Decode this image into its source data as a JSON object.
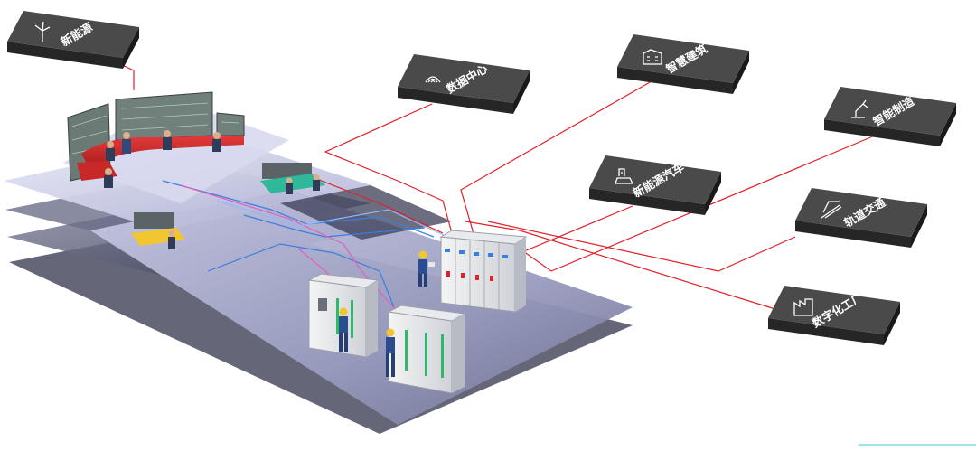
{
  "nodes": [
    {
      "id": "new_energy",
      "label": "新能源",
      "icon": "wind-turbine-icon"
    },
    {
      "id": "data_center",
      "label": "数据中心",
      "icon": "wifi-signal-icon"
    },
    {
      "id": "smart_building",
      "label": "智慧建筑",
      "icon": "building-icon"
    },
    {
      "id": "smart_manufacturing",
      "label": "智能制造",
      "icon": "robot-arm-icon"
    },
    {
      "id": "nev",
      "label": "新能源汽车",
      "icon": "charging-car-icon"
    },
    {
      "id": "rail_transit",
      "label": "轨道交通",
      "icon": "train-icon"
    },
    {
      "id": "digital_factory",
      "label": "数字化工厂",
      "icon": "factory-icon"
    }
  ],
  "colors": {
    "tile_top": "#4a4a4a",
    "tile_side": "#262626",
    "link_red": "#e0202a",
    "link_blue": "#3a7fe0",
    "link_pink": "#e060c0",
    "floor_light": "#c9cbe6",
    "floor_dark": "#5c5e78"
  }
}
